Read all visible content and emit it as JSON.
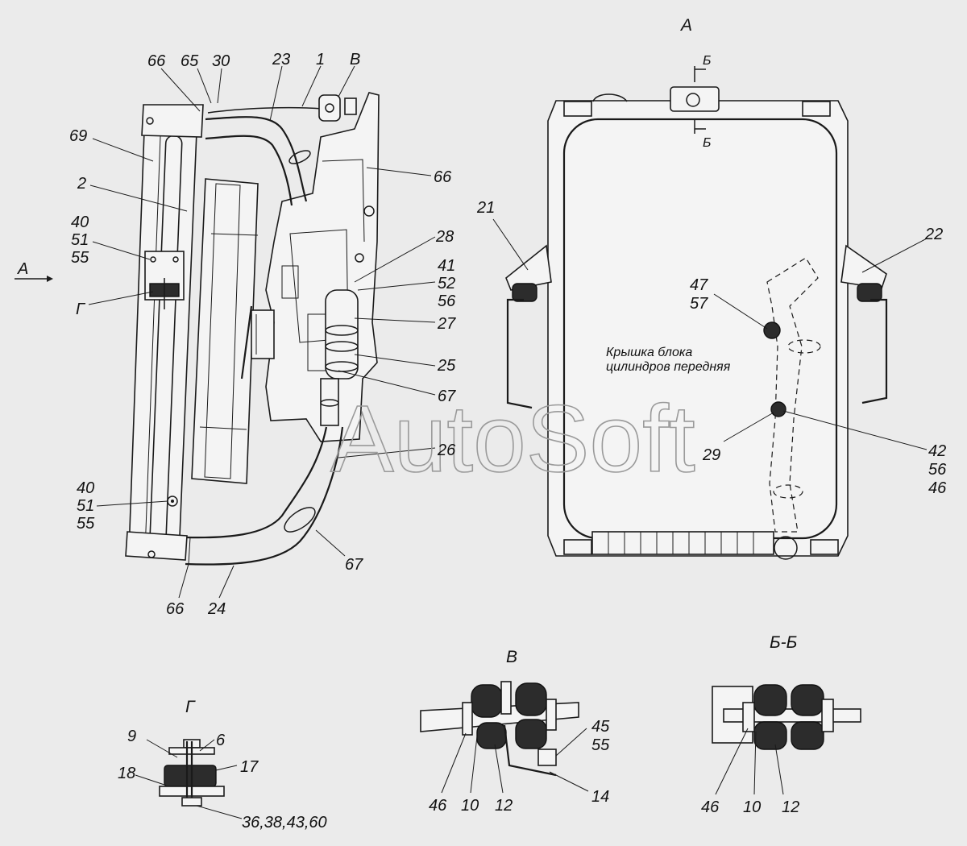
{
  "watermark": "AutoSoft",
  "views": {
    "a": "А",
    "v": "В",
    "g": "Г",
    "bb": "Б-Б"
  },
  "section_marks": {
    "top": "Б",
    "bottom": "Б"
  },
  "note": {
    "line1": "Крышка блока",
    "line2": "цилиндров передняя"
  },
  "labels": {
    "l66a": "66",
    "l65": "65",
    "l30": "30",
    "l23": "23",
    "l1": "1",
    "lV": "В",
    "l69": "69",
    "l66b": "66",
    "l2": "2",
    "l40a": "40",
    "l51a": "51",
    "l55a": "55",
    "lA_arrow": "А",
    "lG": "Г",
    "l28": "28",
    "l41": "41",
    "l52": "52",
    "l56a": "56",
    "l27": "27",
    "l25": "25",
    "l67a": "67",
    "l26": "26",
    "l40b": "40",
    "l51b": "51",
    "l55b": "55",
    "l67b": "67",
    "l66c": "66",
    "l24": "24",
    "l21": "21",
    "l22": "22",
    "l47": "47",
    "l57": "57",
    "l29": "29",
    "l42": "42",
    "l56b": "56",
    "l46a": "46",
    "g9": "9",
    "g6": "6",
    "g18": "18",
    "g17": "17",
    "g36": "36,38,43,60",
    "v45": "45",
    "v55": "55",
    "v14": "14",
    "v46": "46",
    "v10": "10",
    "v12": "12",
    "b46": "46",
    "b10": "10",
    "b12": "12"
  }
}
